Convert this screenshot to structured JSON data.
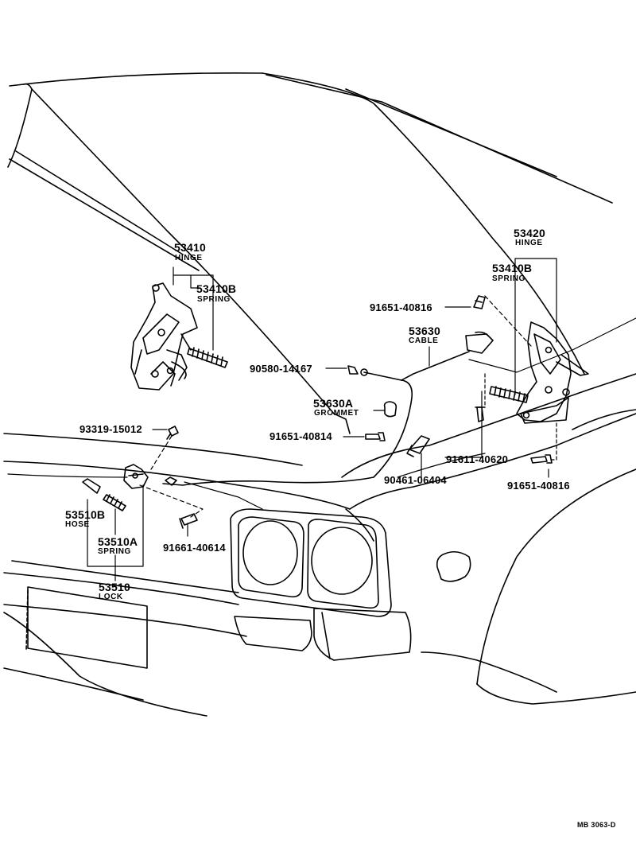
{
  "callouts": {
    "hinge_left": {
      "number": "53410",
      "name": "HINGE"
    },
    "spring_left": {
      "number": "53410B",
      "name": "SPRING"
    },
    "hinge_right": {
      "number": "53420",
      "name": "HINGE"
    },
    "spring_right": {
      "number": "53410B",
      "name": "SPRING"
    },
    "cable": {
      "number": "53630",
      "name": "CABLE"
    },
    "grommet": {
      "number": "53630A",
      "name": "GROMMET"
    },
    "hose": {
      "number": "53510B",
      "name": "HOSE"
    },
    "lock_spring": {
      "number": "53510A",
      "name": "SPRING"
    },
    "lock": {
      "number": "53510",
      "name": "LOCK"
    }
  },
  "fasteners": {
    "bolt_right_top": "91651-40816",
    "clip": "90580-14167",
    "pin": "93319-15012",
    "bolt_grommet": "91651-40814",
    "bolt_right_mid": "91611-40620",
    "clamp": "90461-06404",
    "bolt_right_bottom": "91651-40816",
    "bolt_lock": "91661-40614"
  },
  "diagram_code": "MB 3063-D"
}
